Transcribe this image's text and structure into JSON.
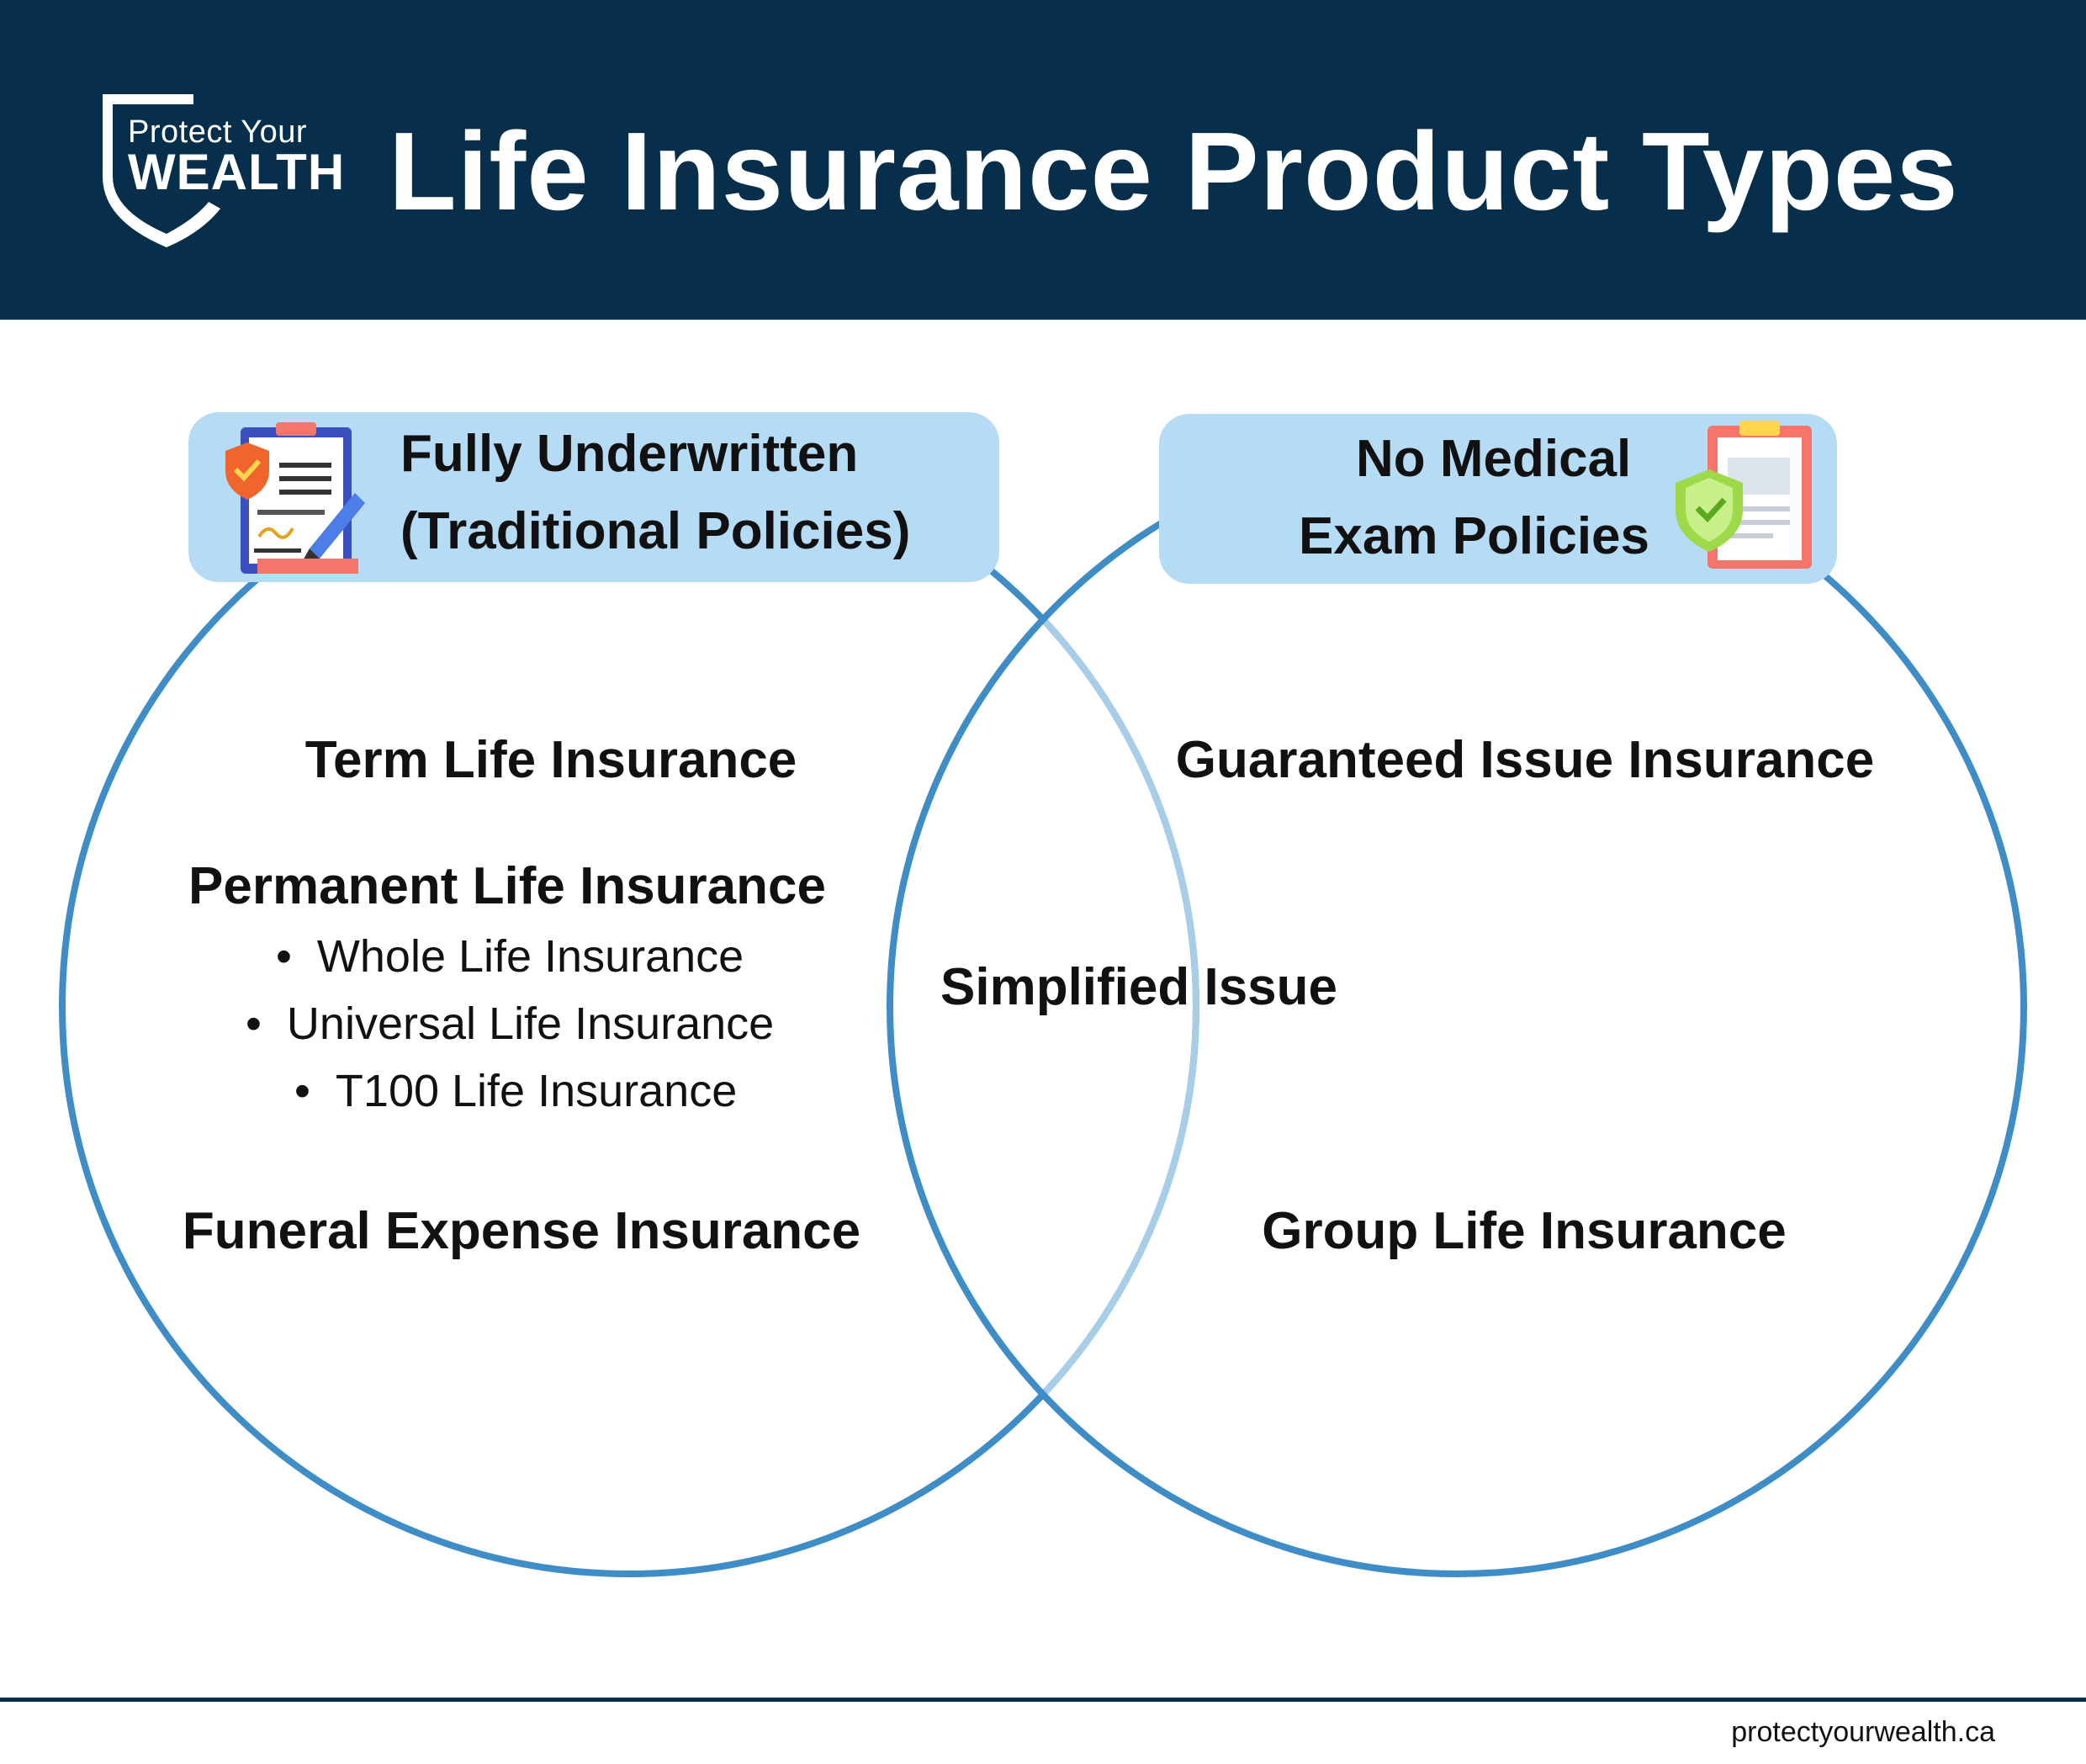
{
  "header": {
    "title": "Life Insurance Product Types",
    "logo": {
      "line1": "Protect Your",
      "line2": "WEALTH"
    }
  },
  "colors": {
    "header_bg": "#072f4c",
    "circle_stroke": "#3f8dc7",
    "circle_inner_stroke": "#a8cde8",
    "pill_bg": "#b5dbf5"
  },
  "venn": {
    "left_set": {
      "label_line1": "Fully Underwritten",
      "label_line2": "(Traditional Policies)",
      "icon": "clipboard-contract-icon",
      "items": {
        "term": "Term Life Insurance",
        "permanent": "Permanent Life Insurance",
        "sub_items": [
          "Whole Life Insurance",
          "Universal Life Insurance",
          "T100 Life Insurance"
        ],
        "funeral": "Funeral Expense Insurance"
      }
    },
    "right_set": {
      "label_line1": "No Medical",
      "label_line2": "Exam Policies",
      "icon": "clipboard-shield-icon",
      "items": {
        "guaranteed": "Guaranteed Issue Insurance",
        "group": "Group Life Insurance"
      }
    },
    "overlap": {
      "label": "Simplified Issue"
    }
  },
  "footer": {
    "url": "protectyourwealth.ca"
  }
}
